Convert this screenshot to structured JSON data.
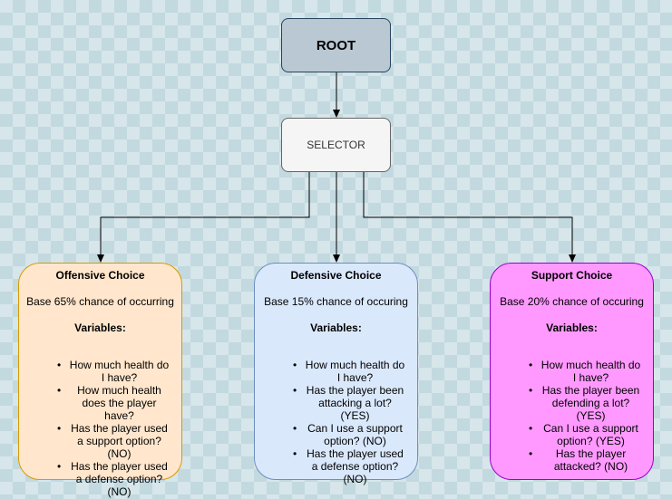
{
  "root": {
    "label": "ROOT"
  },
  "selector": {
    "label": "SELECTOR"
  },
  "offensive": {
    "title": "Offensive Choice",
    "base": "Base 65% chance of occurring",
    "variables_label": "Variables:",
    "items": [
      "How much health do I have?",
      "How much health does the player have?",
      "Has the player used a support option? (NO)",
      "Has the player used a defense option? (NO)"
    ]
  },
  "defensive": {
    "title": "Defensive Choice",
    "base": "Base 15% chance of occuring",
    "variables_label": "Variables:",
    "items": [
      "How much health do I have?",
      "Has the player been attacking a lot? (YES)",
      "Can I use a support option? (NO)",
      "Has the player used a defense option? (NO)"
    ]
  },
  "support": {
    "title": "Support Choice",
    "base": "Base 20% chance of occuring",
    "variables_label": "Variables:",
    "items": [
      "How much health do I have?",
      "Has the player been defending a lot? (YES)",
      "Can I use a support option? (YES)",
      "Has the player attacked? (NO)"
    ]
  },
  "colors": {
    "root_fill": "#bac8d3",
    "selector_fill": "#f5f5f5",
    "offensive_fill": "#ffe6cc",
    "defensive_fill": "#dae8fc",
    "support_fill": "#ff99ff"
  }
}
